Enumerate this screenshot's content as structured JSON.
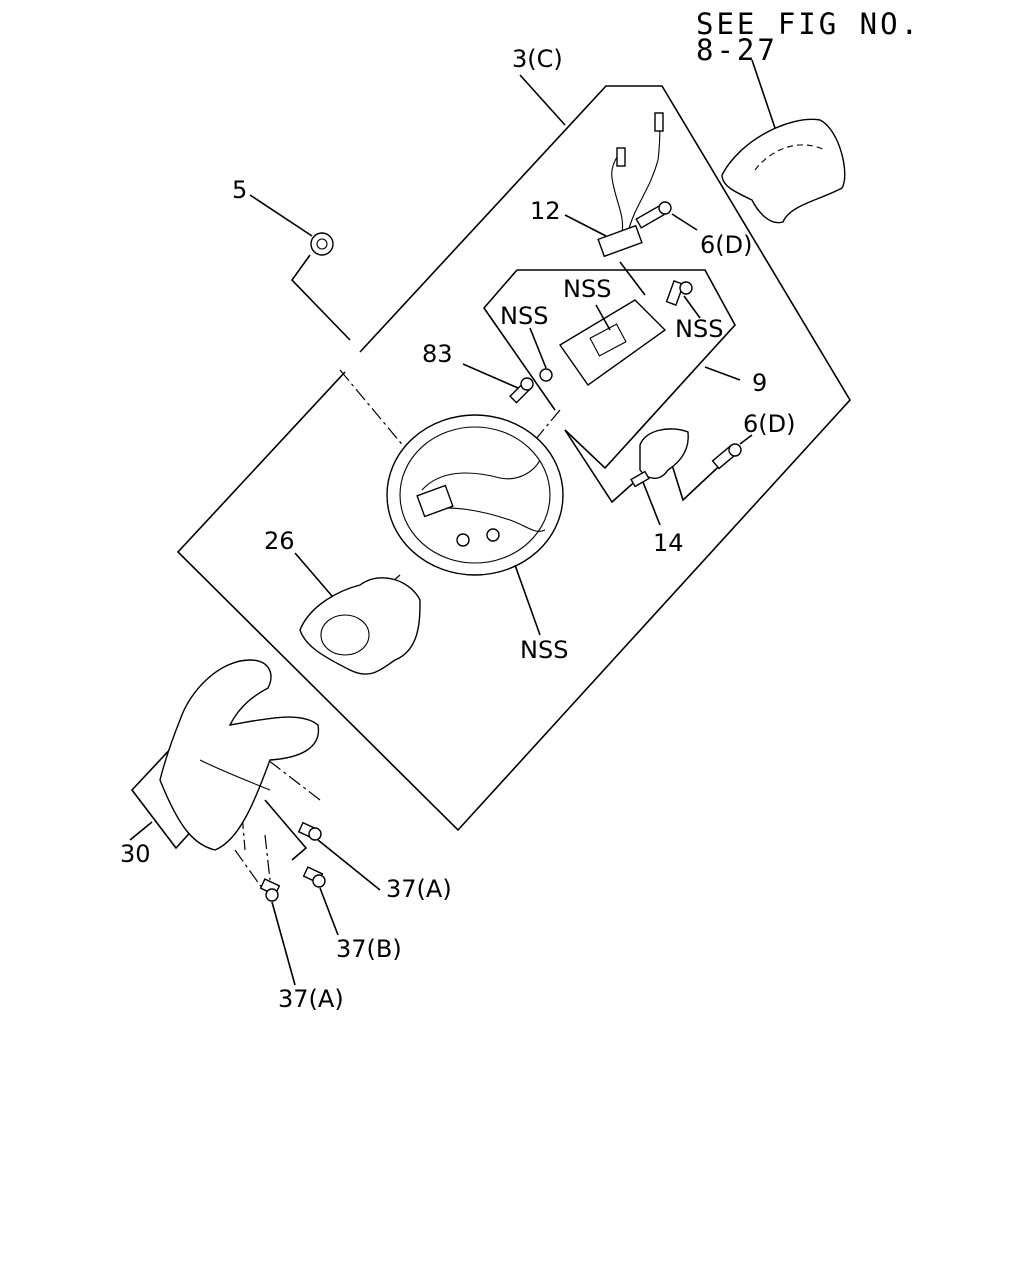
{
  "header": {
    "see_fig_line1": "SEE FIG NO.",
    "see_fig_line2": "8-27"
  },
  "callouts": {
    "p3c": "3(C)",
    "p5": "5",
    "p12": "12",
    "p6d_top": "6(D)",
    "nss_bracket": "NSS",
    "nss_left": "NSS",
    "nss_right": "NSS",
    "p83": "83",
    "p9": "9",
    "p6d_right": "6(D)",
    "p14": "14",
    "p26": "26",
    "nss_wheel": "NSS",
    "p30": "30",
    "p37a_upper": "37(A)",
    "p37b": "37(B)",
    "p37a_lower": "37(A)"
  }
}
